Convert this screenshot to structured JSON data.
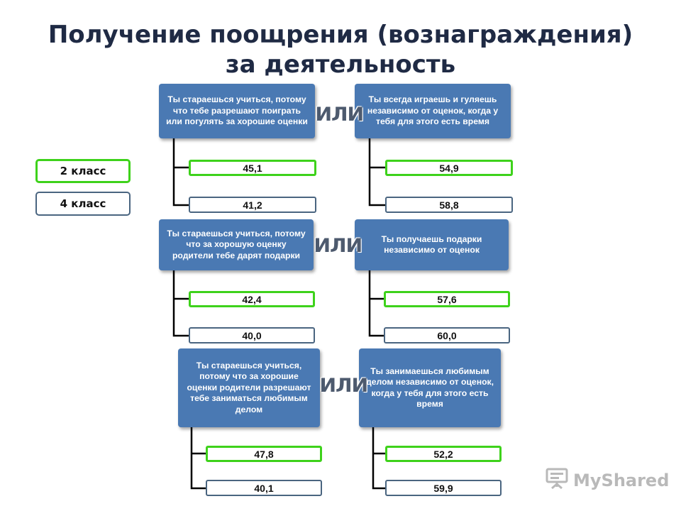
{
  "title": {
    "line1": "Получение поощрения (вознаграждения)",
    "line2": "за деятельность"
  },
  "legend": {
    "grade2": "2 класс",
    "grade4": "4 класс"
  },
  "or_word": "ИЛИ",
  "rows": [
    {
      "left": {
        "text": "Ты стараешься учиться, потому что тебе разрешают поиграть или погулять за хорошие оценки",
        "grade2": "45,1",
        "grade4": "41,2"
      },
      "right": {
        "text": "Ты всегда играешь и гуляешь независимо от оценок, когда у тебя для этого есть время",
        "grade2": "54,9",
        "grade4": "58,8"
      }
    },
    {
      "left": {
        "text": "Ты стараешься учиться, потому что за хорошую оценку родители тебе дарят подарки",
        "grade2": "42,4",
        "grade4": "40,0"
      },
      "right": {
        "text": "Ты получаешь подарки независимо от оценок",
        "grade2": "57,6",
        "grade4": "60,0"
      }
    },
    {
      "left": {
        "text": "Ты стараешься учиться, потому что за хорошие оценки родители разрешают тебе заниматься любимым делом",
        "grade2": "47,8",
        "grade4": "40,1"
      },
      "right": {
        "text": "Ты занимаешься любимым делом независимо от оценок, когда у тебя для этого есть время",
        "grade2": "52,2",
        "grade4": "59,9"
      }
    }
  ],
  "watermark": {
    "text": "MyShared",
    "icon": "presentation-board-icon"
  },
  "colors": {
    "box": "#4a79b3",
    "grade2_border": "#3ed21b",
    "grade4_border": "#4a6580",
    "title": "#1f2a44"
  }
}
